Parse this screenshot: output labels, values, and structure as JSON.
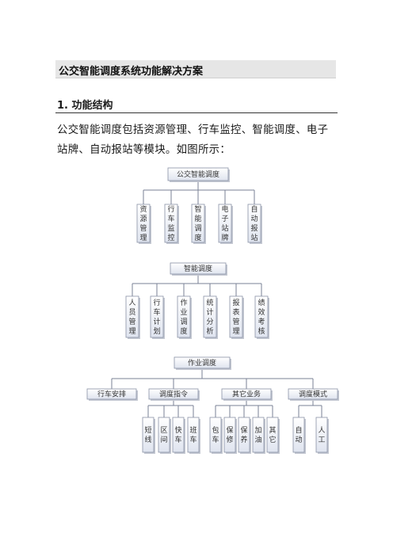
{
  "doc_title": "公交智能调度系统功能解决方案",
  "section": {
    "number": "1.",
    "title": "功能结构"
  },
  "paragraph": "公交智能调度包括资源管理、行车监控、智能调度、电子站牌、自动报站等模块。如图所示：",
  "diagram": {
    "tree1": {
      "root": "公交智能调度",
      "children": [
        "资源管理",
        "行车监控",
        "智能调度",
        "电子站牌",
        "自动报站"
      ]
    },
    "tree2": {
      "root": "智能调度",
      "children": [
        "人员管理",
        "行车计划",
        "作业调度",
        "统计分析",
        "报表管理",
        "绩效考核"
      ]
    },
    "tree3": {
      "root": "作业调度",
      "groups": [
        {
          "label": "行车安排",
          "children": []
        },
        {
          "label": "调度指令",
          "children": [
            "短线",
            "区间",
            "快车",
            "班车"
          ]
        },
        {
          "label": "其它业务",
          "children": [
            "包车",
            "保修",
            "保养",
            "加油",
            "其它"
          ]
        },
        {
          "label": "调度模式",
          "children": [
            "自动",
            "人工"
          ]
        }
      ]
    }
  }
}
